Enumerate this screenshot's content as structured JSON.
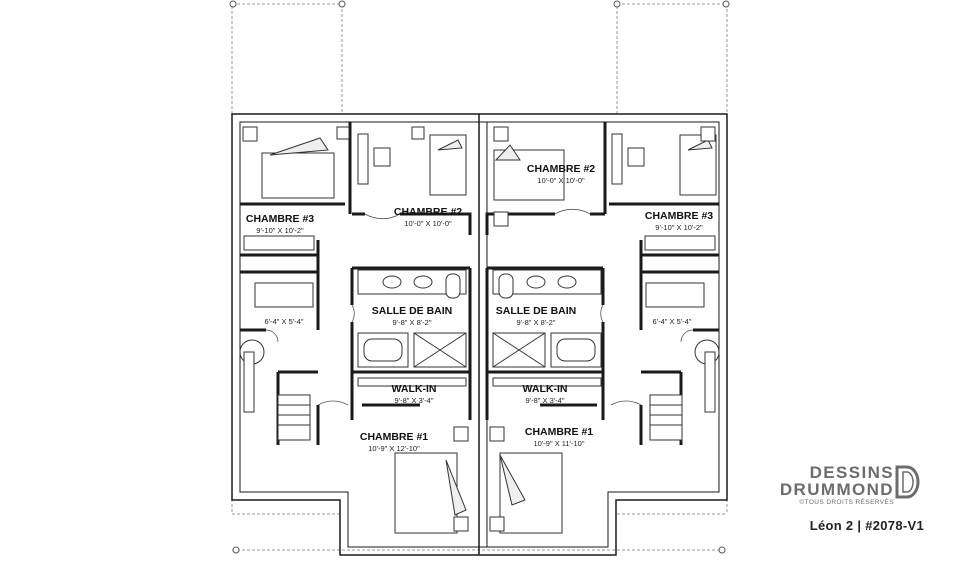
{
  "units": {
    "left": {
      "bedroom3": {
        "name": "CHAMBRE #3",
        "dim": "9'-10\" X 10'-2\""
      },
      "bedroom2": {
        "name": "CHAMBRE #2",
        "dim": "10'-0\" X 10'-0\""
      },
      "closet": {
        "dim": "6'-4\" X 5'-4\""
      },
      "bathroom": {
        "name": "SALLE DE BAIN",
        "dim": "9'-8\" X 8'-2\""
      },
      "walkin": {
        "name": "WALK-IN",
        "dim": "9'-8\" X 3'-4\""
      },
      "bedroom1": {
        "name": "CHAMBRE #1",
        "dim": "10'-9\" X 12'-10\""
      }
    },
    "right": {
      "bedroom2": {
        "name": "CHAMBRE #2",
        "dim": "10'-0\" X 10'-0\""
      },
      "bedroom3": {
        "name": "CHAMBRE #3",
        "dim": "9'-10\" X 10'-2\""
      },
      "closet": {
        "dim": "6'-4\" X 5'-4\""
      },
      "bathroom": {
        "name": "SALLE DE BAIN",
        "dim": "9'-8\" X 8'-2\""
      },
      "walkin": {
        "name": "WALK-IN",
        "dim": "9'-8\" X 3'-4\""
      },
      "bedroom1": {
        "name": "CHAMBRE #1",
        "dim": "10'-9\" X 11'-10\""
      }
    }
  },
  "brand": {
    "line1": "DESSINS",
    "line2": "DRUMMOND",
    "rights": "©TOUS DROITS RÉSERVÉS"
  },
  "caption": "Léon 2 | #2078-V1",
  "colors": {
    "wall": "#1a1a1a",
    "line": "#333333",
    "dashed": "#9a9a9a",
    "brand": "#6c6c6c"
  }
}
